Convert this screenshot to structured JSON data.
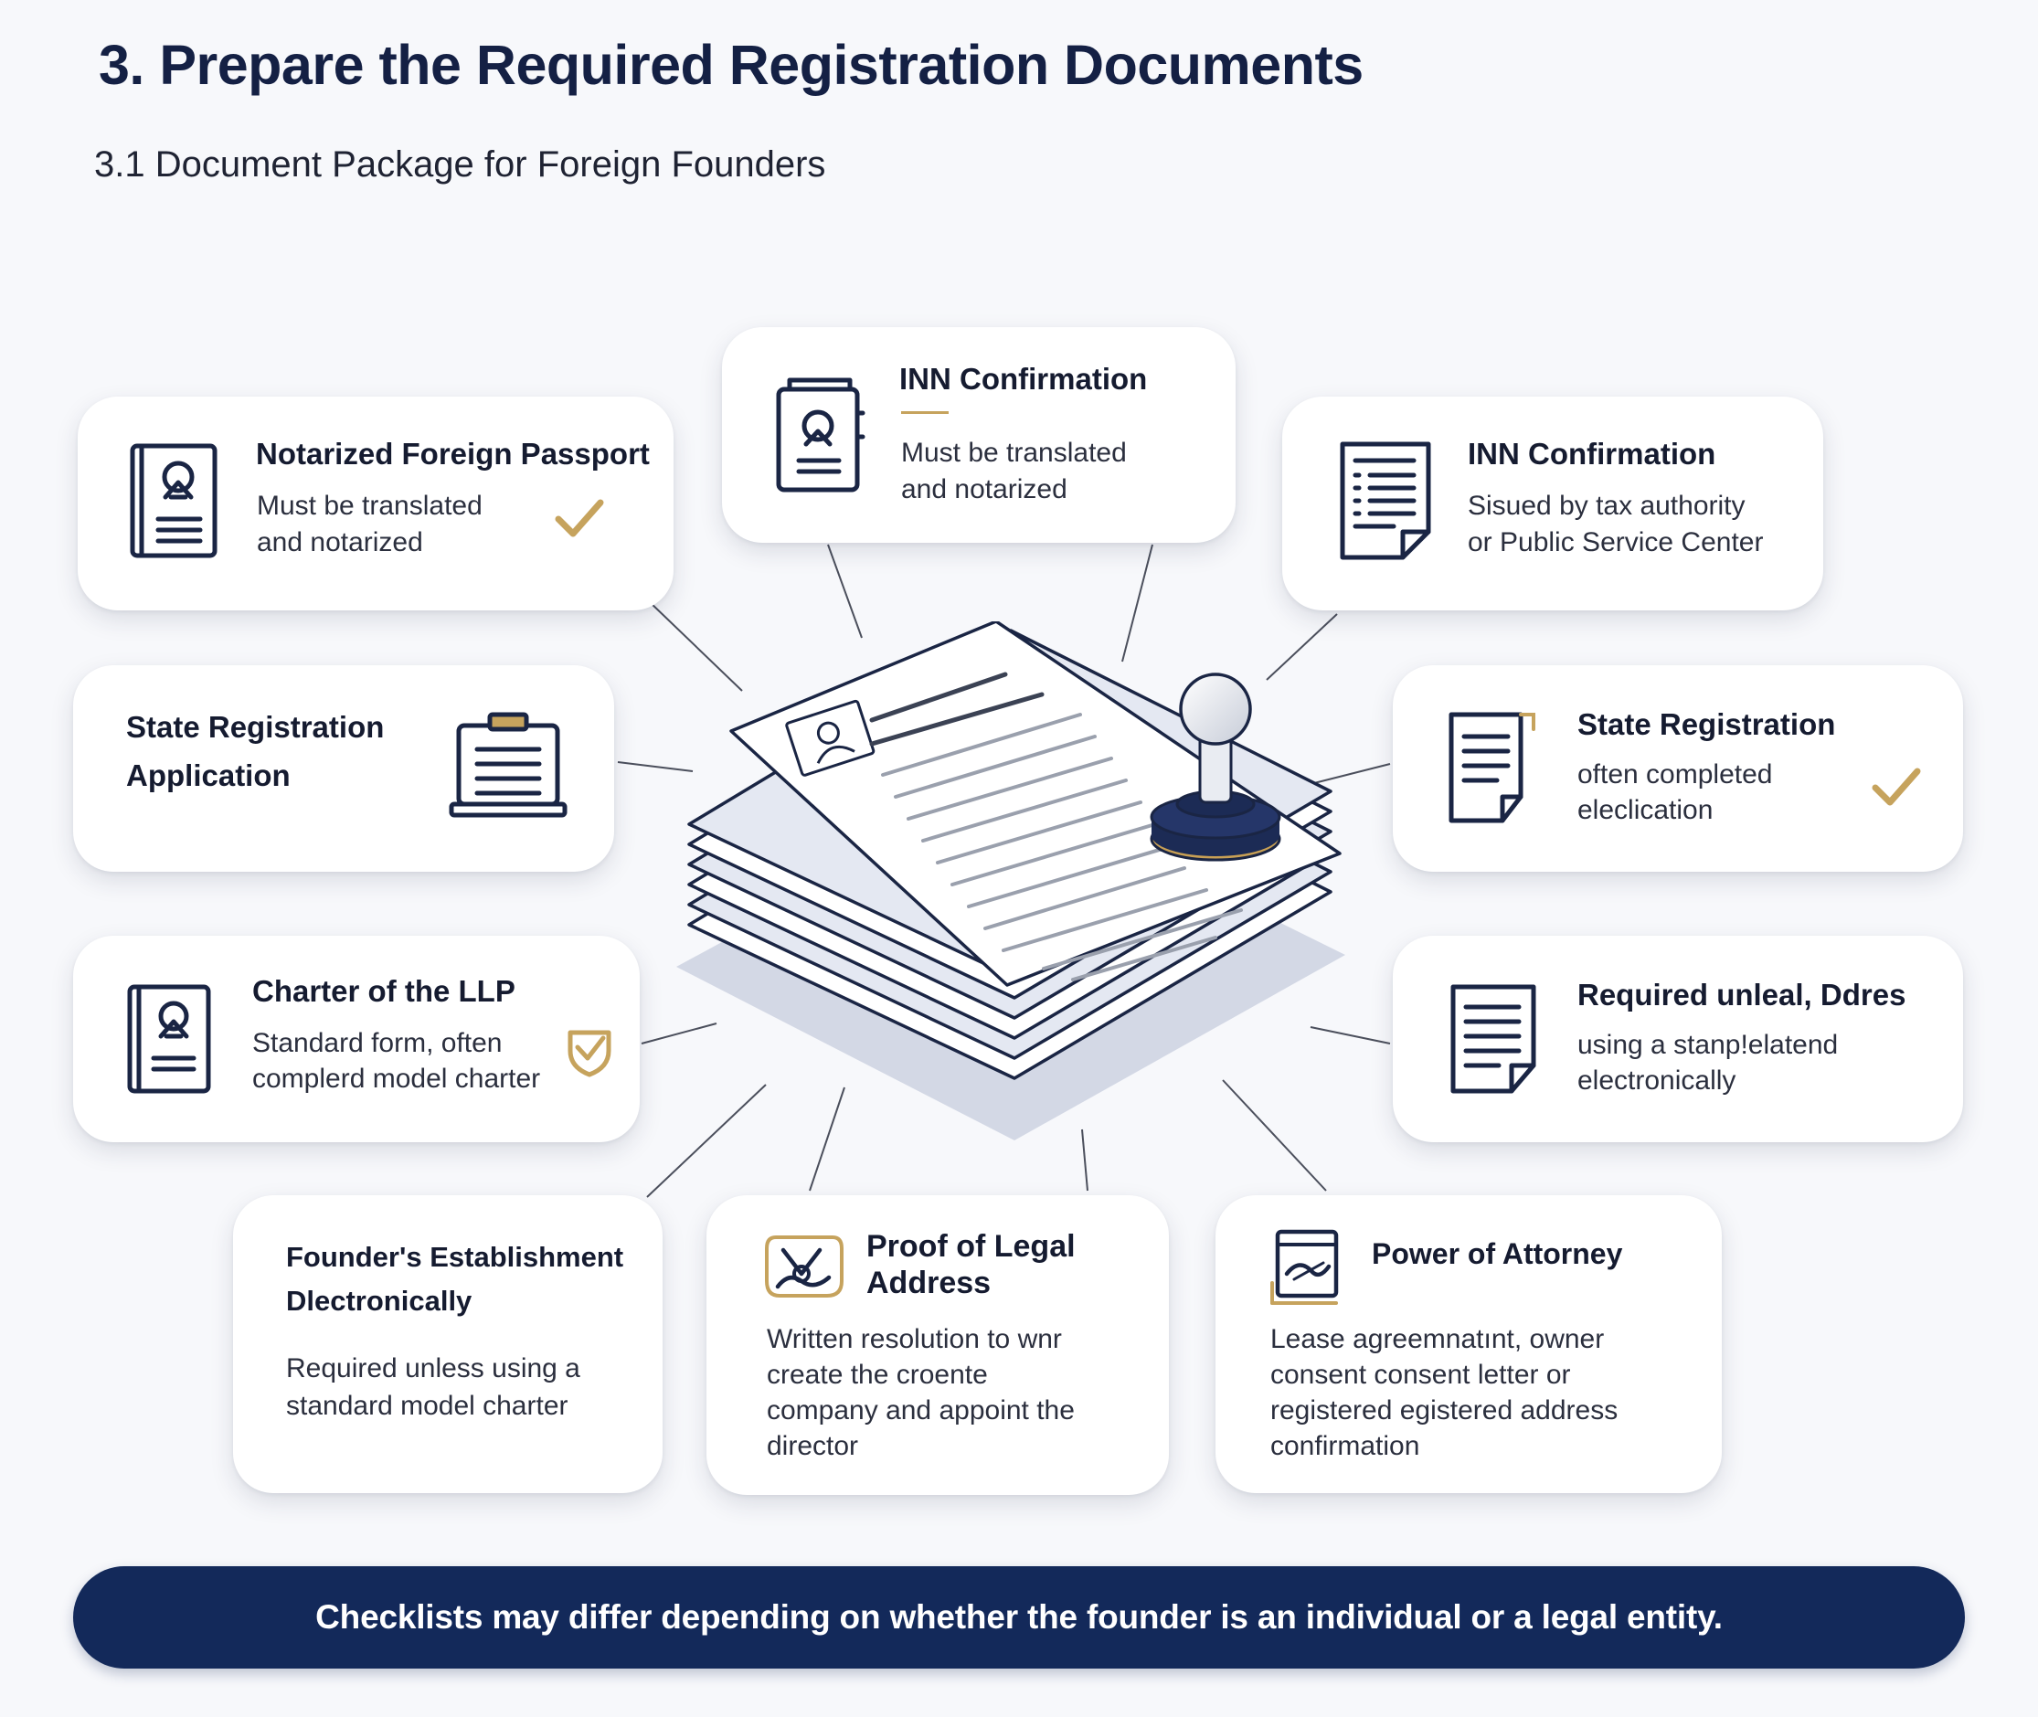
{
  "header": {
    "title": "3. Prepare the Required Registration Documents",
    "subtitle": "3.1 Document Package for Foreign Founders"
  },
  "cards": [
    {
      "title": "Notarized Foreign Passport",
      "desc_lines": [
        "Must be translated",
        "and notarized"
      ],
      "icon": "passport-icon",
      "check": "checkmark"
    },
    {
      "title": "INN Confirmation",
      "desc_lines": [
        "Must be translated",
        "and notarized"
      ],
      "icon": "id-card-icon"
    },
    {
      "title": "INN Confirmation",
      "desc_lines": [
        "Sisued by tax authority",
        "or Public Service Center"
      ],
      "icon": "document-list-icon"
    },
    {
      "title_lines": [
        "State Registration",
        "Application"
      ],
      "icon": "clipboard-icon"
    },
    {
      "title": "State Registration",
      "desc_lines": [
        "often completed",
        "eleclication"
      ],
      "icon": "document-icon",
      "check": "checkmark"
    },
    {
      "title": "Charter of the LLP",
      "desc_lines": [
        "Standard form, often",
        "complerd model charter"
      ],
      "icon": "passport-icon",
      "check": "check-shield"
    },
    {
      "title": "Required unleal, Ddres",
      "desc_lines": [
        "using a stanp!elatend",
        "electronically"
      ],
      "icon": "document-icon"
    },
    {
      "title_lines": [
        "Founder's Establishment",
        "Dlectronically"
      ],
      "desc_lines": [
        "Required unless using a",
        "standard model charter"
      ]
    },
    {
      "title_lines": [
        "Proof of Legal",
        "Address"
      ],
      "desc_lines": [
        "Written resolution to wnr",
        "create the croente",
        "company and appoint the",
        "director"
      ],
      "icon": "seal-icon"
    },
    {
      "title": "Power of Attorney",
      "desc_lines": [
        "Lease agreemnatınt, owner",
        "consent consent letter or",
        "registered egistered address",
        "confirmation"
      ],
      "icon": "signed-document-icon"
    }
  ],
  "footer": {
    "text": "Checklists may differ depending on whether the founder is an individual or a legal entity."
  },
  "colors": {
    "navy": "#13295a",
    "title_navy": "#142044",
    "gold": "#c6a35d",
    "card_bg": "#ffffff",
    "background": "#f7f8fb"
  },
  "center_icons": [
    "document-stack-icon",
    "rubber-stamp-icon"
  ]
}
